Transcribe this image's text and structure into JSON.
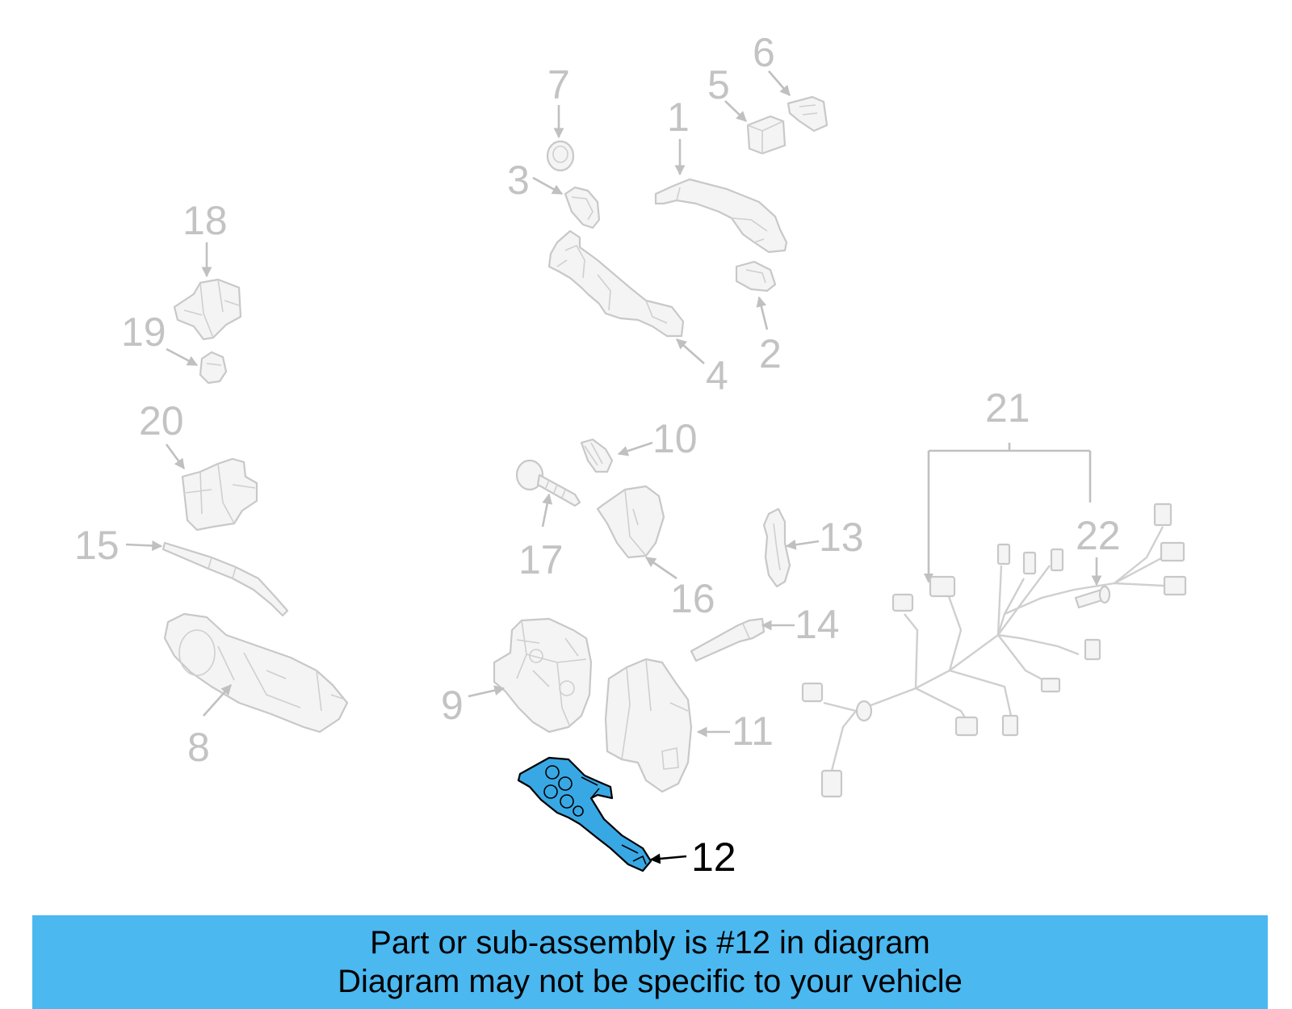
{
  "diagram": {
    "callouts": {
      "c1": "1",
      "c2": "2",
      "c3": "3",
      "c4": "4",
      "c5": "5",
      "c6": "6",
      "c7": "7",
      "c8": "8",
      "c9": "9",
      "c10": "10",
      "c11": "11",
      "c12": "12",
      "c13": "13",
      "c14": "14",
      "c15": "15",
      "c16": "16",
      "c17": "17",
      "c18": "18",
      "c19": "19",
      "c20": "20",
      "c21": "21",
      "c22": "22"
    },
    "highlighted_part": "12",
    "colors": {
      "highlight_fill": "#38a8e4",
      "banner": "#4bb8f0",
      "faded": "#c3c3c3"
    }
  },
  "banner": {
    "line1": "Part or sub-assembly is #12 in diagram",
    "line2": "Diagram may not be specific to your vehicle"
  }
}
